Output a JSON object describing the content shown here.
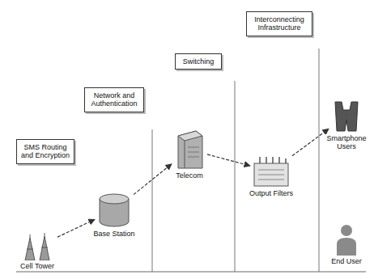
{
  "diagram": {
    "nodes": [
      {
        "text": [
          "SMS Routing and Encryption"
        ]
      },
      {
        "text": [
          "Network and Authentication"
        ]
      },
      {
        "text": [
          "Switching"
        ]
      },
      {
        "text": [
          "Interconnecting Infrastructure"
        ]
      },
      {
        "text": [
          "Cell Tower"
        ]
      },
      {
        "text": [
          "Base Station"
        ]
      },
      {
        "text": [
          "Telecom"
        ]
      },
      {
        "text": [
          "Output Filters"
        ]
      },
      {
        "text": [
          "Smartphone Users"
        ]
      },
      {
        "text": [
          "End User"
        ]
      }
    ],
    "edges": [
      {
        "from": 4,
        "to": 5,
        "arrow": "to"
      },
      {
        "from": 5,
        "to": 6,
        "arrow": "to"
      },
      {
        "from": 6,
        "to": 7,
        "arrow": "to"
      },
      {
        "from": 7,
        "to": 8,
        "arrow": "to"
      }
    ]
  }
}
